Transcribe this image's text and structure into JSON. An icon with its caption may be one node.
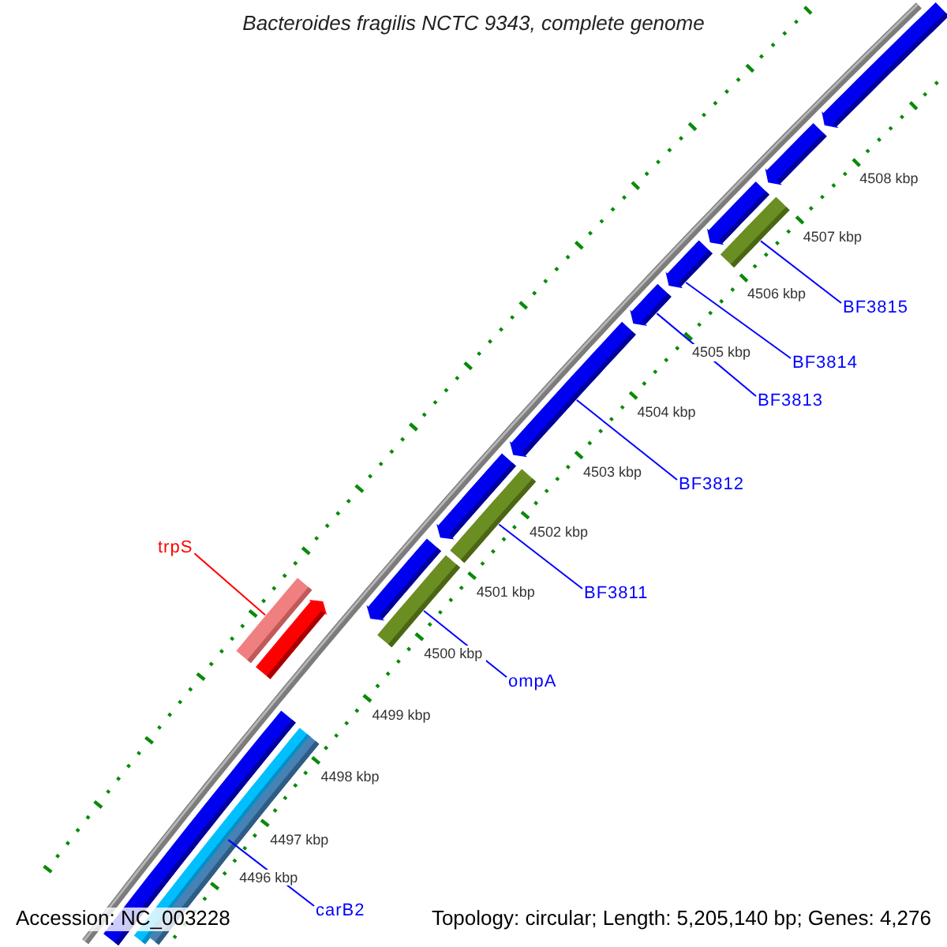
{
  "diagram": {
    "title": "Bacteroides fragilis NCTC 9343, complete genome",
    "nodes": [
      {
        "text": [
          "BF3815"
        ]
      },
      {
        "text": [
          "BF3814"
        ]
      },
      {
        "text": [
          "BF3813"
        ]
      },
      {
        "text": [
          "BF3812"
        ]
      },
      {
        "text": [
          "trpS"
        ]
      },
      {
        "text": [
          "BF3811"
        ]
      },
      {
        "text": [
          "ompA"
        ]
      },
      {
        "text": [
          "carB2"
        ]
      },
      {
        "text": [],
        "shape": "arrow"
      },
      {
        "text": [],
        "shape": "arrow"
      },
      {
        "text": [],
        "shape": "arrow"
      },
      {
        "text": [],
        "shape": "bar"
      },
      {
        "text": [],
        "shape": "arrow"
      },
      {
        "text": [],
        "shape": "arrow"
      },
      {
        "text": [],
        "shape": "arrow"
      },
      {
        "text": [],
        "shape": "arrow"
      },
      {
        "text": [],
        "shape": "bar"
      },
      {
        "text": [],
        "shape": "arrow"
      },
      {
        "text": [],
        "shape": "bar"
      },
      {
        "text": [],
        "shape": "bar"
      },
      {
        "text": [],
        "shape": "arrow"
      },
      {
        "text": [],
        "shape": "bar"
      },
      {
        "text": [],
        "shape": "bar"
      },
      {
        "text": [],
        "shape": "bar"
      }
    ],
    "edges": [
      {
        "from": 0,
        "to": 11,
        "arrow": "none"
      },
      {
        "from": 1,
        "to": 12,
        "arrow": "none"
      },
      {
        "from": 2,
        "to": 13,
        "arrow": "none"
      },
      {
        "from": 3,
        "to": 14,
        "arrow": "none"
      },
      {
        "from": 4,
        "to": 19,
        "arrow": "none",
        "color": "#ff0000"
      },
      {
        "from": 5,
        "to": 16,
        "arrow": "none"
      },
      {
        "from": 6,
        "to": 18,
        "arrow": "none"
      },
      {
        "from": 7,
        "to": 22,
        "arrow": "none"
      }
    ],
    "labels": [
      "4508 kbp",
      "4507 kbp",
      "4506 kbp",
      "4505 kbp",
      "4504 kbp",
      "4503 kbp",
      "4502 kbp",
      "4501 kbp",
      "4500 kbp",
      "4499 kbp",
      "4498 kbp",
      "4497 kbp",
      "4496 kbp",
      "Accession: NC_003228",
      "Topology: circular; Length: 5,205,140 bp; Genes: 4,276"
    ]
  }
}
